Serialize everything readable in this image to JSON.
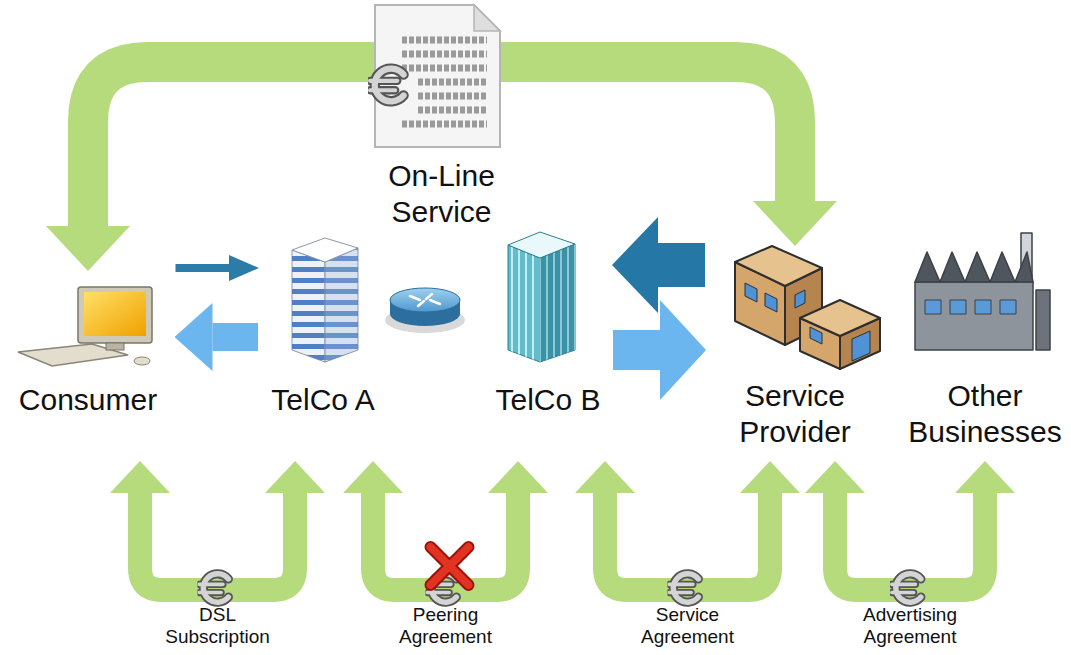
{
  "diagram": {
    "nodes": [
      {
        "text": [
          "Consumer"
        ]
      },
      {
        "text": [
          "TelCo A"
        ]
      },
      {
        "text": [
          "TelCo B"
        ]
      },
      {
        "text": [
          "Service Provider"
        ]
      },
      {
        "text": [
          "Other Businesses"
        ]
      }
    ],
    "edges": [
      {
        "from": 0,
        "to": 3,
        "arrow": "both",
        "label": "On-Line Service"
      },
      {
        "from": 0,
        "to": 1,
        "arrow": "to"
      },
      {
        "from": 1,
        "to": 0,
        "arrow": "to"
      },
      {
        "from": 2,
        "to": 3,
        "arrow": "to"
      },
      {
        "from": 3,
        "to": 2,
        "arrow": "to"
      },
      {
        "from": 0,
        "to": 1,
        "arrow": "both",
        "label": "DSL Subscription"
      },
      {
        "from": 1,
        "to": 2,
        "arrow": "both",
        "label": "Peering Agreement"
      },
      {
        "from": 2,
        "to": 3,
        "arrow": "both",
        "label": "Service Agreement"
      },
      {
        "from": 3,
        "to": 4,
        "arrow": "both",
        "label": "Advertising Agreement"
      }
    ]
  }
}
